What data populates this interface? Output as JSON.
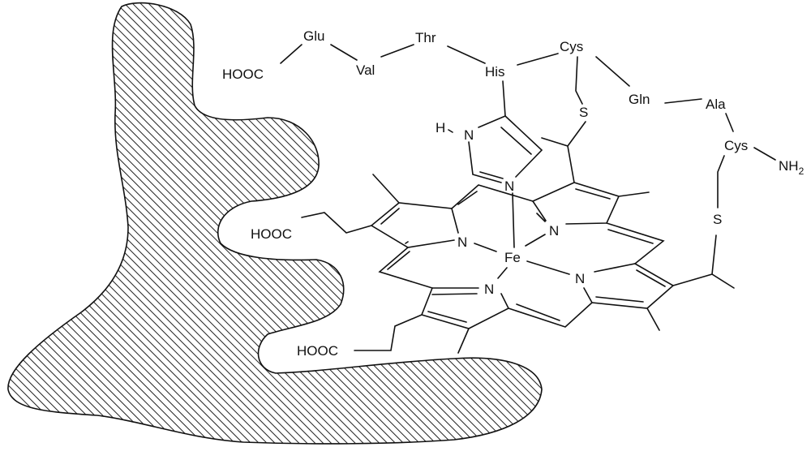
{
  "chain": {
    "hooc1": "HOOC",
    "glu": "Glu",
    "val": "Val",
    "thr": "Thr",
    "his": "His",
    "cys1": "Cys",
    "gln": "Gln",
    "ala": "Ala",
    "cys2": "Cys",
    "nh2": "NH",
    "nh2_sub": "2",
    "s1": "S",
    "s2": "S"
  },
  "heme": {
    "h": "H",
    "n_imid1": "N",
    "n_imid2": "N",
    "n1": "N",
    "n2": "N",
    "n3": "N",
    "n4": "N",
    "fe": "Fe",
    "hooc2": "HOOC",
    "hooc3": "HOOC"
  },
  "colors": {
    "line": "#111111",
    "hatch": "#222222"
  }
}
